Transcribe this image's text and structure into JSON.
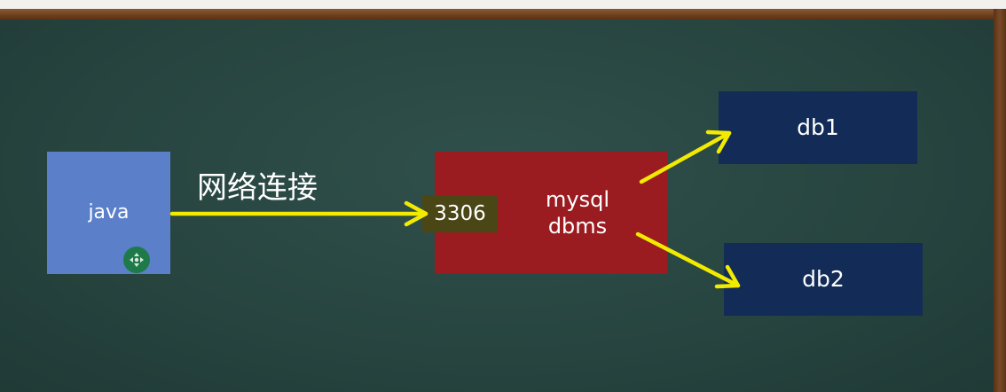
{
  "diagram": {
    "nodes": {
      "java": {
        "label": "java"
      },
      "mysql": {
        "line1": "mysql",
        "line2": "dbms"
      },
      "port": {
        "label": "3306"
      },
      "db1": {
        "label": "db1"
      },
      "db2": {
        "label": "db2"
      }
    },
    "edges": [
      {
        "from": "java",
        "to": "port",
        "label": "网络连接"
      },
      {
        "from": "mysql",
        "to": "db1"
      },
      {
        "from": "mysql",
        "to": "db2"
      }
    ]
  },
  "colors": {
    "board": "#27443f",
    "frame": "#6e3f1d",
    "java_box": "#5b80c9",
    "mysql_box": "#9a1b20",
    "db_box": "#122b57",
    "port_badge": "#4a4615",
    "arrow": "#f2ea00"
  },
  "icons": {
    "cursor": "move-cursor-icon"
  }
}
